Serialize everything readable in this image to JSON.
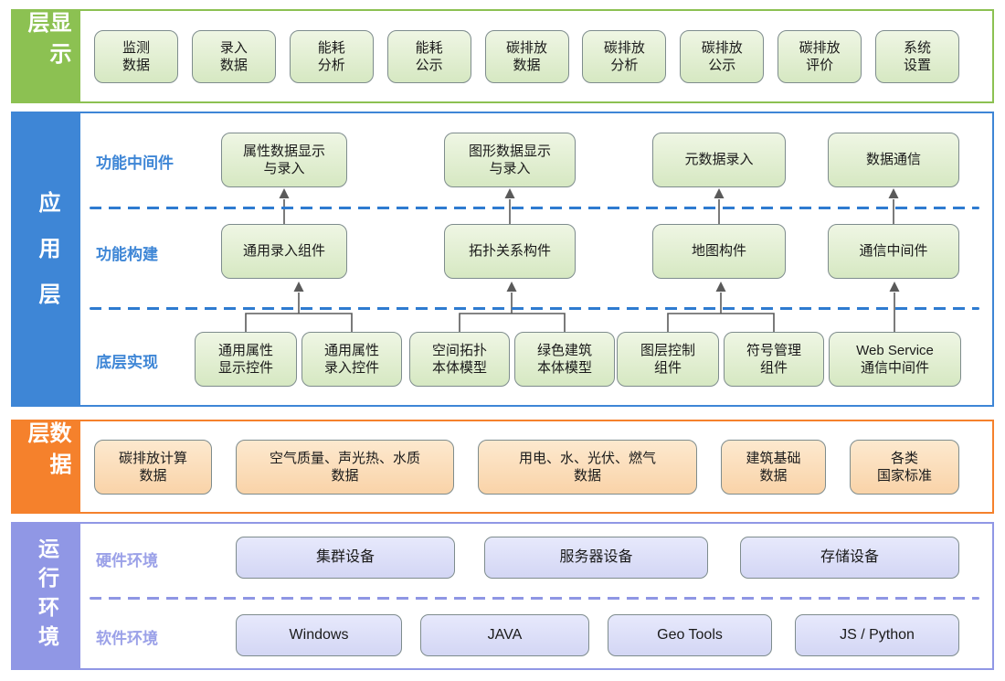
{
  "palette": {
    "display_green": "#8CC152",
    "app_blue": "#3E86D6",
    "data_orange": "#F5812C",
    "runtime_purple": "#9097E5",
    "node_green_fill": "#D6E8C2",
    "node_orange_fill": "#F9D3A8",
    "node_purple_fill": "#D3D6F4",
    "connector_gray": "#5A5A5A",
    "dashed_blue": "#2E7BD0",
    "dashed_purple": "#8F96E4"
  },
  "display": {
    "title": "显示层",
    "boxes": [
      "监测\n数据",
      "录入\n数据",
      "能耗\n分析",
      "能耗\n公示",
      "碳排放\n数据",
      "碳排放\n分析",
      "碳排放\n公示",
      "碳排放\n评价",
      "系统\n设置"
    ]
  },
  "app": {
    "title": "应用层",
    "middleware": {
      "label": "功能中间件",
      "boxes": [
        "属性数据显示\n与录入",
        "图形数据显示\n与录入",
        "元数据录入",
        "数据通信"
      ]
    },
    "components": {
      "label": "功能构建",
      "boxes": [
        "通用录入组件",
        "拓扑关系构件",
        "地图构件",
        "通信中间件"
      ]
    },
    "foundation": {
      "label": "底层实现",
      "boxes": [
        "通用属性\n显示控件",
        "通用属性\n录入控件",
        "空间拓扑\n本体模型",
        "绿色建筑\n本体模型",
        "图层控制\n组件",
        "符号管理\n组件",
        "Web Service\n通信中间件"
      ]
    }
  },
  "data_layer": {
    "title": "数据层",
    "boxes": [
      "碳排放计算\n数据",
      "空气质量、声光热、水质\n数据",
      "用电、水、光伏、燃气\n数据",
      "建筑基础\n数据",
      "各类\n国家标准"
    ]
  },
  "runtime": {
    "title": "运行环境",
    "hardware": {
      "label": "硬件环境",
      "boxes": [
        "集群设备",
        "服务器设备",
        "存储设备"
      ]
    },
    "software": {
      "label": "软件环境",
      "boxes": [
        "Windows",
        "JAVA",
        "Geo Tools",
        "JS / Python"
      ]
    }
  }
}
